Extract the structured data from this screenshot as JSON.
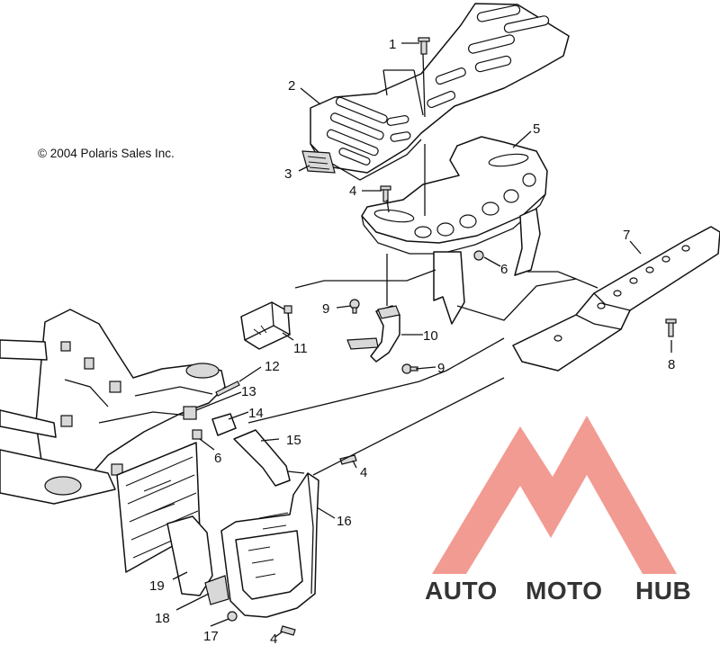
{
  "copyright": "© 2004 Polaris Sales Inc.",
  "callouts": {
    "c1": "1",
    "c2": "2",
    "c3": "3",
    "c4a": "4",
    "c4b": "4",
    "c4c": "4",
    "c5": "5",
    "c6a": "6",
    "c6b": "6",
    "c7": "7",
    "c8": "8",
    "c9a": "9",
    "c9b": "9",
    "c10": "10",
    "c11": "11",
    "c12": "12",
    "c13": "13",
    "c14": "14",
    "c15": "15",
    "c16": "16",
    "c17": "17",
    "c18": "18",
    "c19": "19"
  },
  "watermark": {
    "part1": "AUTO",
    "part2": "MOTO",
    "part3": "HUB",
    "color_primary": "#f08a80",
    "color_secondary": "#f4b27a",
    "color_dark": "#6f6f6f"
  }
}
